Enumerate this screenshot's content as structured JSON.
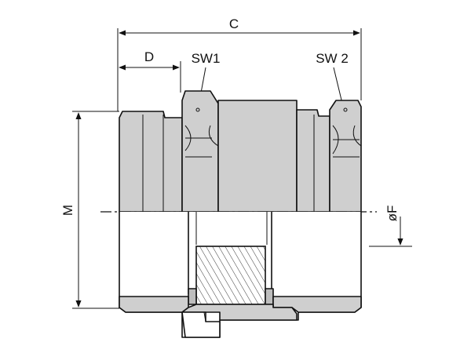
{
  "labels": {
    "c": "C",
    "d": "D",
    "sw1": "SW1",
    "sw2": "SW 2",
    "m": "M",
    "f": "øF"
  },
  "colors": {
    "line": "#111111",
    "body_fill": "#cfcfcf",
    "seal_fill": "#bdbdbd",
    "background": "#ffffff"
  }
}
